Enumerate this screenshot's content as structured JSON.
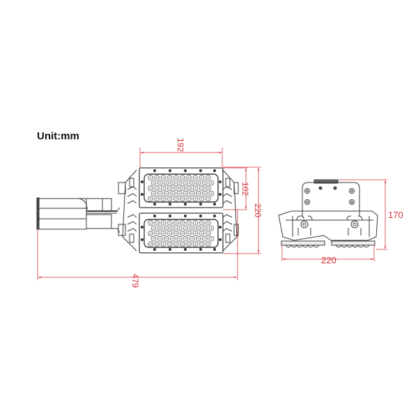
{
  "title": "Unit:mm",
  "colors": {
    "outline": "#3a3a3a",
    "dimension": "#d4333a",
    "background": "#ffffff"
  },
  "front_view": {
    "dimensions": {
      "module_width": "192",
      "module_height": "102",
      "total_height": "220",
      "total_length": "479"
    },
    "modules": 2,
    "led_rows_per_module": 5,
    "led_cols_per_module": 10
  },
  "side_view": {
    "dimensions": {
      "width": "220",
      "height": "170"
    }
  }
}
